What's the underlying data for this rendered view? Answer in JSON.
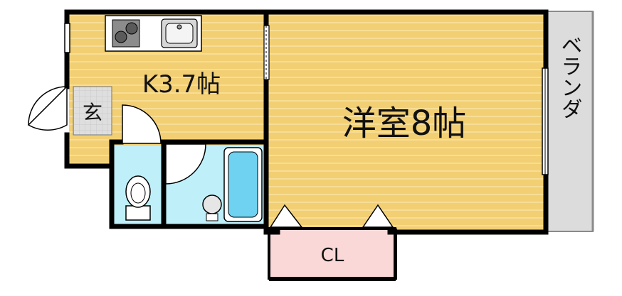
{
  "rooms": {
    "kitchen": {
      "label": "K3.7帖"
    },
    "western_room": {
      "label": "洋室8帖"
    },
    "entrance": {
      "label": "玄"
    },
    "closet": {
      "label": "CL"
    },
    "veranda": {
      "label": "ベランダ"
    }
  },
  "colors": {
    "floor": "#f2cf73",
    "floor_stripe": "#f7dd96",
    "wet_area": "#bff0fa",
    "closet": "#fad8d8",
    "veranda": "#dcdcdc",
    "entrance_tile": "#dedede",
    "wall": "#000000"
  }
}
